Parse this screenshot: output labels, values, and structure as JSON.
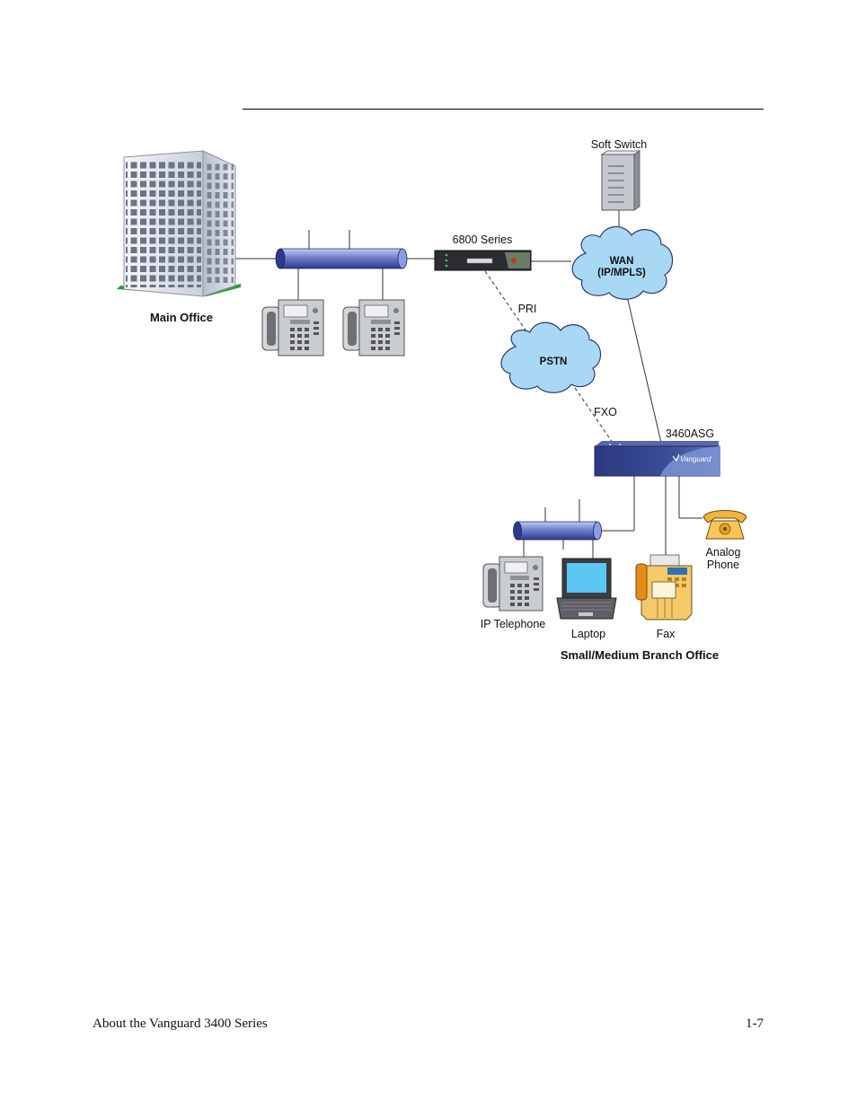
{
  "diagram": {
    "labels": {
      "soft_switch": "Soft Switch",
      "series_6800": "6800 Series",
      "wan": "WAN",
      "wan_sub": "(IP/MPLS)",
      "main_office": "Main Office",
      "pri": "PRI",
      "pstn": "PSTN",
      "fxo": "FXO",
      "asg": "3460ASG",
      "analog_phone_1": "Analog",
      "analog_phone_2": "Phone",
      "ip_telephone": "IP Telephone",
      "laptop": "Laptop",
      "fax": "Fax",
      "branch_office": "Small/Medium Branch Office",
      "vanguard_logo": "Vanguard"
    },
    "colors": {
      "cloud_fill": "#a9d8f5",
      "pipe_fill": "#6f80cf",
      "router_blue": "#2f3e84",
      "grass": "#2e9a3c",
      "analog_phone": "#f3b33d"
    }
  },
  "footer": {
    "left": "About the Vanguard 3400 Series",
    "right": "1-7"
  }
}
